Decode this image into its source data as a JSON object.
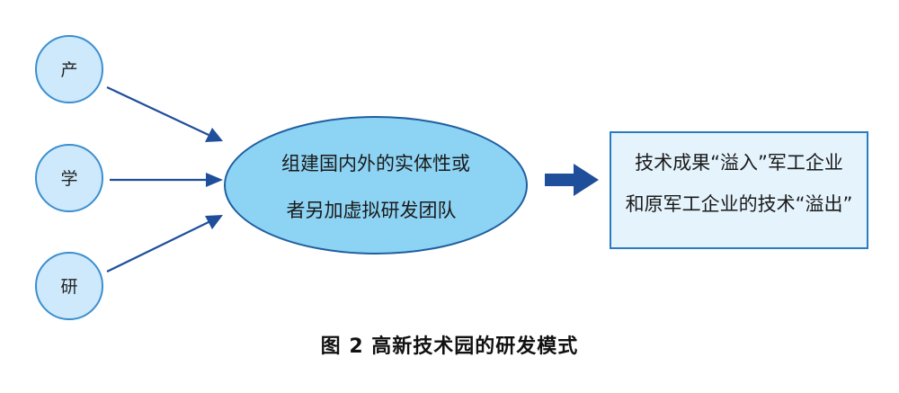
{
  "nodes": {
    "industry": "产",
    "academia": "学",
    "research": "研"
  },
  "center": {
    "line1": "组建国内外的实体性或",
    "line2": "者另加虚拟研发团队"
  },
  "result": {
    "line1": "技术成果“溢入”军工企业",
    "line2": "和原军工企业的技术“溢出”"
  },
  "caption": "图 2  高新技术园的研发模式",
  "colors": {
    "node_fill": "#cde9fb",
    "node_stroke": "#3b8fcf",
    "center_fill": "#8dd3f3",
    "center_stroke": "#1f5fa0",
    "box_fill": "#e4f3fc",
    "box_stroke": "#2a7bc1",
    "arrow": "#1f4e9a"
  }
}
